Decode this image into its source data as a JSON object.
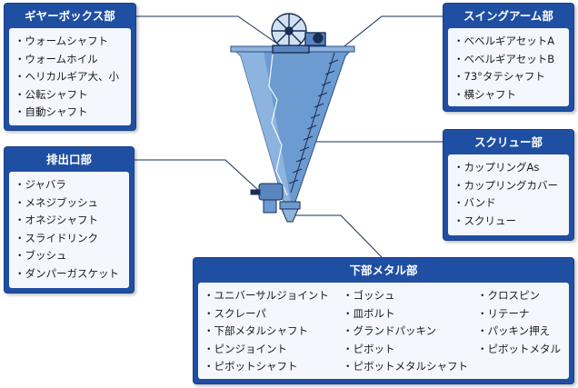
{
  "panels": {
    "gearbox": {
      "title": "ギヤーボックス部",
      "items": [
        "ウォームシャフト",
        "ウォームホイル",
        "ヘリカルギア大、小",
        "公転シャフト",
        "自動シャフト"
      ]
    },
    "discharge": {
      "title": "排出口部",
      "items": [
        "ジャバラ",
        "メネジブッシュ",
        "オネジシャフト",
        "スライドリンク",
        "ブッシュ",
        "ダンパーガスケット"
      ]
    },
    "swing": {
      "title": "スイングアーム部",
      "items": [
        "ベベルギアセットA",
        "ベベルギアセットB",
        "73°タテシャフト",
        "横シャフト"
      ]
    },
    "screw": {
      "title": "スクリュー部",
      "items": [
        "カップリングAs",
        "カップリングカバー",
        "バンド",
        "スクリュー"
      ]
    },
    "lower": {
      "title": "下部メタル部",
      "col1": [
        "ユニバーサルジョイント",
        "スクレーパ",
        "下部メタルシャフト",
        "ピンジョイント",
        "ピボットシャフト"
      ],
      "col2": [
        "ゴッシュ",
        "皿ボルト",
        "グランドパッキン",
        "ピボット",
        "ピボットメタルシャフト"
      ],
      "col3": [
        "クロスピン",
        "リテーナ",
        "パッキン押え",
        "ピボットメタル"
      ]
    }
  },
  "colors": {
    "panel": "#1f4fa3",
    "cone": "#6b9bd0",
    "line": "#1a2d55"
  }
}
